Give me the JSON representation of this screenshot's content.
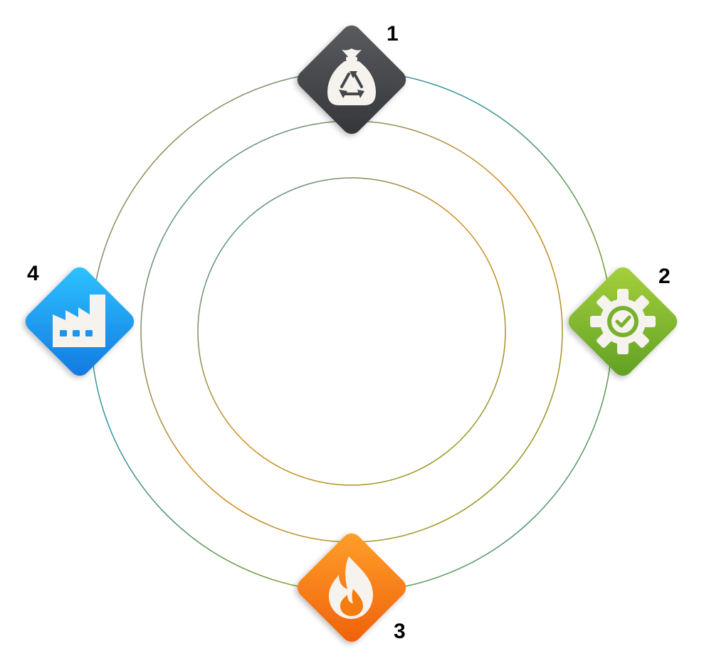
{
  "colors": {
    "ring_teal": "#2a93a6",
    "ring_orange": "#d98a1c",
    "ring_olive": "#7a9a2a",
    "step1": "#444649",
    "step2": "#7bb32e",
    "step3": "#f57c0e",
    "step4": "#1a94ec",
    "icon_fill": "#f6f2ee"
  },
  "steps": [
    {
      "number": "1",
      "icon": "recycle-bag-icon"
    },
    {
      "number": "2",
      "icon": "gear-check-icon"
    },
    {
      "number": "3",
      "icon": "flame-icon"
    },
    {
      "number": "4",
      "icon": "factory-icon"
    }
  ]
}
